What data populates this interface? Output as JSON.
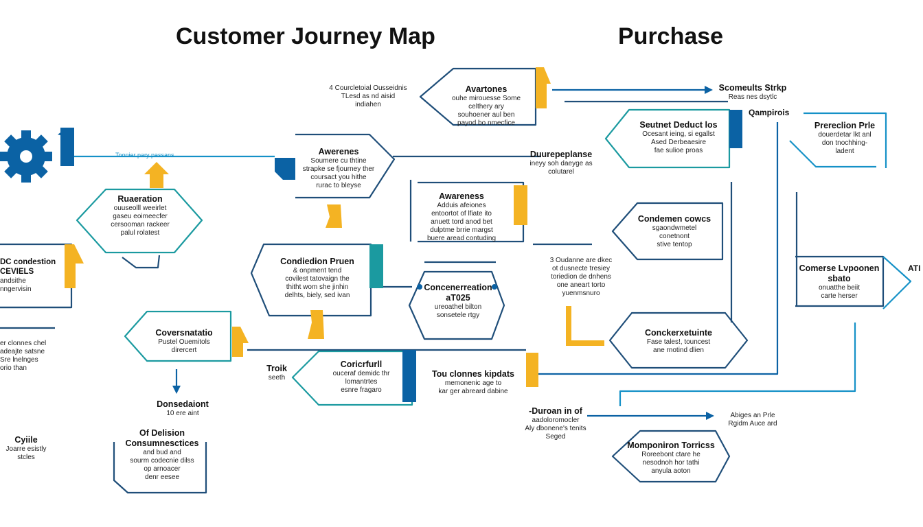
{
  "title_left": "Customer  Journey Map",
  "title_right": "Purchase",
  "colors": {
    "navy": "#1f4e79",
    "teal": "#1b9aa0",
    "blue": "#0b62a4",
    "amber": "#f4b323",
    "cyan": "#1591c7"
  },
  "nodes": {
    "awarenss_top": {
      "title": "Avartones",
      "body": "ouhe mirouesse Some\ncelthery ary\nsouhoener aul ben\npayod bo nmecfice"
    },
    "competitor_note": {
      "title": "",
      "body": "4  Courcletoial Ousseidnis\nTLesd as nd aisid\nindiahen"
    },
    "awerenes": {
      "title": "Awerenes",
      "body": "Soumere cu thtine\nstrapke se fjourney ther\ncoursact you hithe\nrurac to bleyse"
    },
    "customer_pass": {
      "title": "",
      "body": "Toonier pary passans"
    },
    "ruaeration": {
      "title": "Ruaeration",
      "body": "ouuseolll weeirlet\ngaseu eoimeecfer\ncersooman rackeer\npalul rolatest"
    },
    "awareness_mid": {
      "title": "Awareness",
      "body": "Adduis afeiones\nentoortot of lfiate ito\nanuett tord anod bet\ndulptme brrie margst\nbuere aread contuding"
    },
    "durespelanse": {
      "title": "Duurepeplanse",
      "body": "ineyy soh daeyge as\ncolutarel"
    },
    "semults": {
      "title": "Scomeults Strkp",
      "body": "Reas nes dsytlc"
    },
    "ganpirois": {
      "title": "Qampirois",
      "body": ""
    },
    "seutnet": {
      "title": "Seutnet Deduct los",
      "body": "Ocesant ieing, si egallst\nAsed Derbeaesire\nfae sulioe proas"
    },
    "prereclion": {
      "title": "Prereclion Prle",
      "body": "douerdetar lkt anl\ndon tnochhing-\nladent"
    },
    "condieidon": {
      "title": "Condiedion Pruen",
      "body": "& onpment tend\ncovilest tatovaign the\nthitht wom she jinhin\ndelhts, biely, sed ivan"
    },
    "condemen": {
      "title": "Condemen cowcs",
      "body": "sgaondwmetel\nconetnont\nstive tentop"
    },
    "dc_condestion": {
      "title": "DC condestion\nCEVIELS",
      "body": "andsithe\nnngervisin"
    },
    "concerreation": {
      "title": "Concenerreation\naT025",
      "body": "ureoathel bilton\nsonsetele rtgy"
    },
    "dudanme": {
      "title": "",
      "body": "3 Oudanne are dkec\not dusnecte tresiey\ntoriedion de dnhens\none aneart torto\nyuenmsnuro"
    },
    "comerse": {
      "title": "Comerse Lvpoonen\nsbato",
      "body": "onuatthe beiit\ncarte herser"
    },
    "ati": {
      "title": "ATI",
      "body": ""
    },
    "left_clones": {
      "title": "",
      "body": "er clonnes chel\nadeajte satsne\nSre lnelnges\norio than"
    },
    "coversnatatio": {
      "title": "Coversnatatio",
      "body": "Pustel Ouemitols\ndirercert"
    },
    "concherxetuinte": {
      "title": "Conckerxetuinte",
      "body": "Fase tales!, touncest\nane rnotind dlien"
    },
    "troik": {
      "title": "Troik",
      "body": "seeth"
    },
    "coricrfurll": {
      "title": "Coricrfurll",
      "body": "ouceraf demidc thr\nlomantrtes\nesnre fragaro"
    },
    "tou_clonnes": {
      "title": "Tou clonnes kipdats",
      "body": "memonenic age to\nkar ger abreard dabine"
    },
    "donsedaiont": {
      "title": "Donsedaiont",
      "body": "10 ere aint"
    },
    "durpon": {
      "title": "-Duroan in of",
      "body": "aadoloromocler\nAly dbonene's tenits\nSeged"
    },
    "abiges": {
      "title": "",
      "body": "Abiges an Prle\nRgidm Auce ard"
    },
    "cytile": {
      "title": "Cyiile",
      "body": "Joarre esistly\nstcles"
    },
    "of_delision": {
      "title": "Of Delision\nConsumnesctices",
      "body": "and bud and\nsourm codecnie dilss\nop arnoacer\ndenr eesee"
    },
    "momponiron": {
      "title": "Momponiron Torricss",
      "body": "Roreebont ctare he\nnesodnoh hor tathi\nanyula aoton"
    }
  }
}
